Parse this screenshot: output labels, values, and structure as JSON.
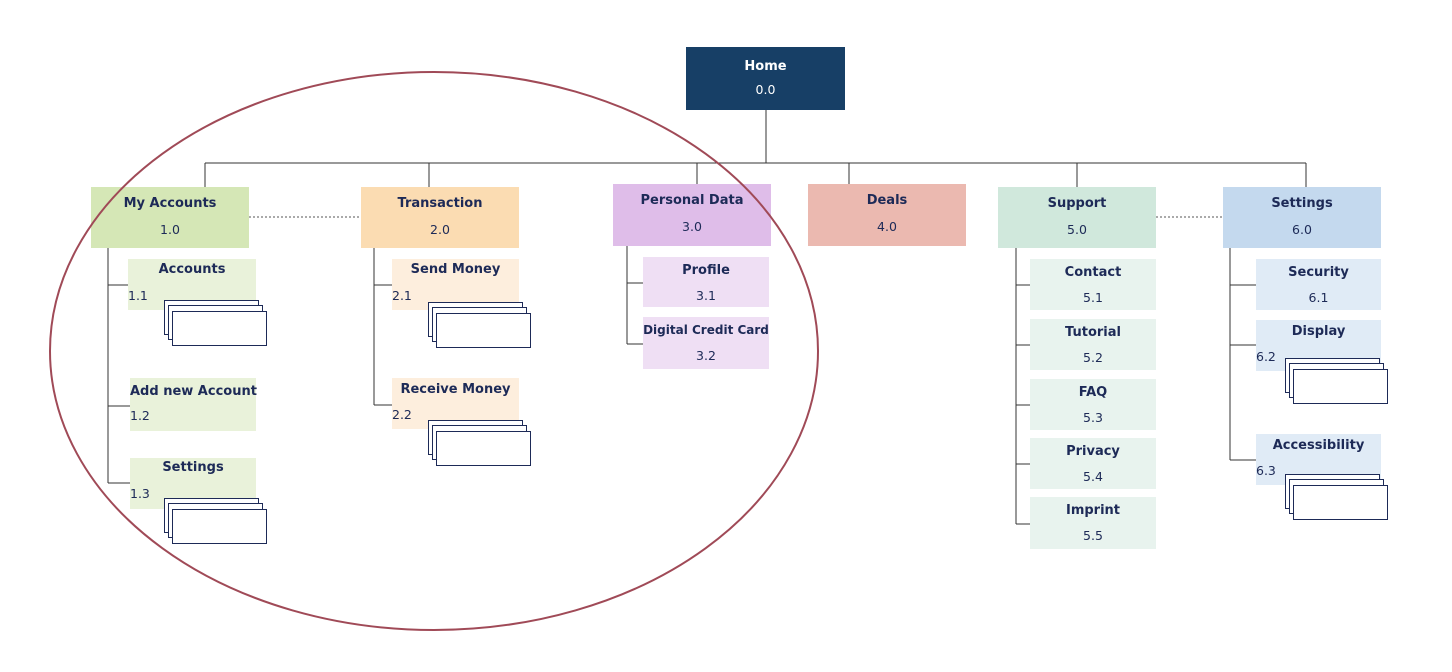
{
  "root": {
    "title": "Home",
    "number": "0.0"
  },
  "sections": [
    {
      "title": "My Accounts",
      "number": "1.0",
      "color": "#d5e7b6",
      "child_color": "#e9f2da",
      "children": [
        {
          "title": "Accounts",
          "number": "1.1"
        },
        {
          "title": "Add new Account",
          "number": "1.2"
        },
        {
          "title": "Settings",
          "number": "1.3"
        }
      ]
    },
    {
      "title": "Transaction",
      "number": "2.0",
      "color": "#fbdcb2",
      "child_color": "#fdeedd",
      "children": [
        {
          "title": "Send Money",
          "number": "2.1"
        },
        {
          "title": "Receive Money",
          "number": "2.2"
        }
      ]
    },
    {
      "title": "Personal Data",
      "number": "3.0",
      "color": "#dfbde9",
      "child_color": "#efdff4",
      "children": [
        {
          "title": "Profile",
          "number": "3.1"
        },
        {
          "title": "Digital Credit Card",
          "number": "3.2"
        }
      ]
    },
    {
      "title": "Deals",
      "number": "4.0",
      "color": "#ebb9b0",
      "child_color": "#f5dcd7",
      "children": []
    },
    {
      "title": "Support",
      "number": "5.0",
      "color": "#d0e8dc",
      "child_color": "#e8f3ee",
      "children": [
        {
          "title": "Contact",
          "number": "5.1"
        },
        {
          "title": "Tutorial",
          "number": "5.2"
        },
        {
          "title": "FAQ",
          "number": "5.3"
        },
        {
          "title": "Privacy",
          "number": "5.4"
        },
        {
          "title": "Imprint",
          "number": "5.5"
        }
      ]
    },
    {
      "title": "Settings",
      "number": "6.0",
      "color": "#c4d9ee",
      "child_color": "#e0ebf6",
      "children": [
        {
          "title": "Security",
          "number": "6.1"
        },
        {
          "title": "Display",
          "number": "6.2"
        },
        {
          "title": "Accessibility",
          "number": "6.3"
        }
      ]
    }
  ],
  "colors": {
    "root": "#173f66",
    "text": "#1d2a57",
    "ellipse": "#a04a57",
    "line": "#333333"
  }
}
